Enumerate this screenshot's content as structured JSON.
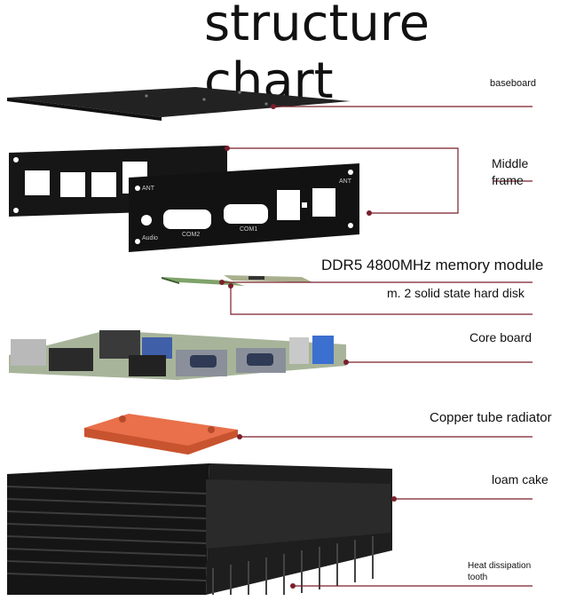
{
  "title": "structure chart",
  "labels": {
    "baseboard": "baseboard",
    "middle_frame_line1": "Middle",
    "middle_frame_line2": "frame",
    "memory": "DDR5 4800MHz memory module",
    "ssd": "m. 2 solid state hard disk",
    "core_board": "Core board",
    "radiator": "Copper tube radiator",
    "loam_cake": "loam cake",
    "heat_line1": "Heat dissipation",
    "heat_line2": "tooth"
  },
  "panel_text": {
    "ant_left": "ANT",
    "ant_right": "ANT",
    "audio": "Audio",
    "com2": "COM2",
    "com1": "COM1"
  },
  "colors": {
    "leader_line": "#7a1f2b",
    "metal": "#1b1b1b",
    "copper": "#e9704a",
    "pcb": "#9aa88f"
  }
}
